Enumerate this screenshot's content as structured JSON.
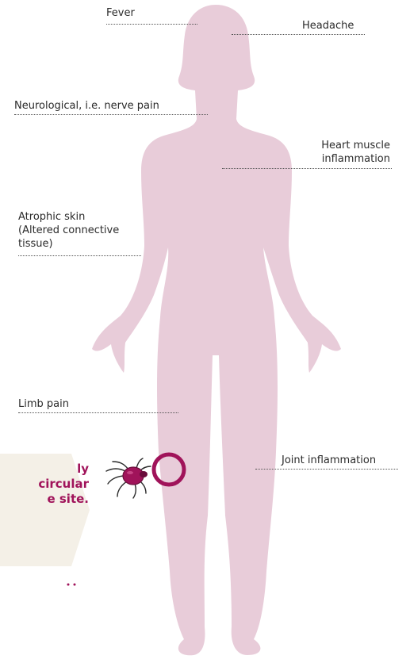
{
  "colors": {
    "body": "#e8ccd9",
    "accent": "#a0135a",
    "callout_bg": "#f4f0e7",
    "text": "#2b2b2b"
  },
  "symptoms": {
    "fever": "Fever",
    "headache": "Headache",
    "neuro": "Neurological, i.e. nerve pain",
    "heart_line1": "Heart muscle",
    "heart_line2": "inflammation",
    "skin_line1": "Atrophic skin",
    "skin_line2": "(Altered connective",
    "skin_line3": "tissue)",
    "limb": "Limb pain",
    "joint": "Joint inflammation"
  },
  "callout": {
    "line1": "ly",
    "line2": "circular",
    "line3": "e site."
  },
  "icons": {
    "tick": "tick-icon",
    "bite_ring": "bite-ring-icon",
    "figure": "human-figure"
  }
}
